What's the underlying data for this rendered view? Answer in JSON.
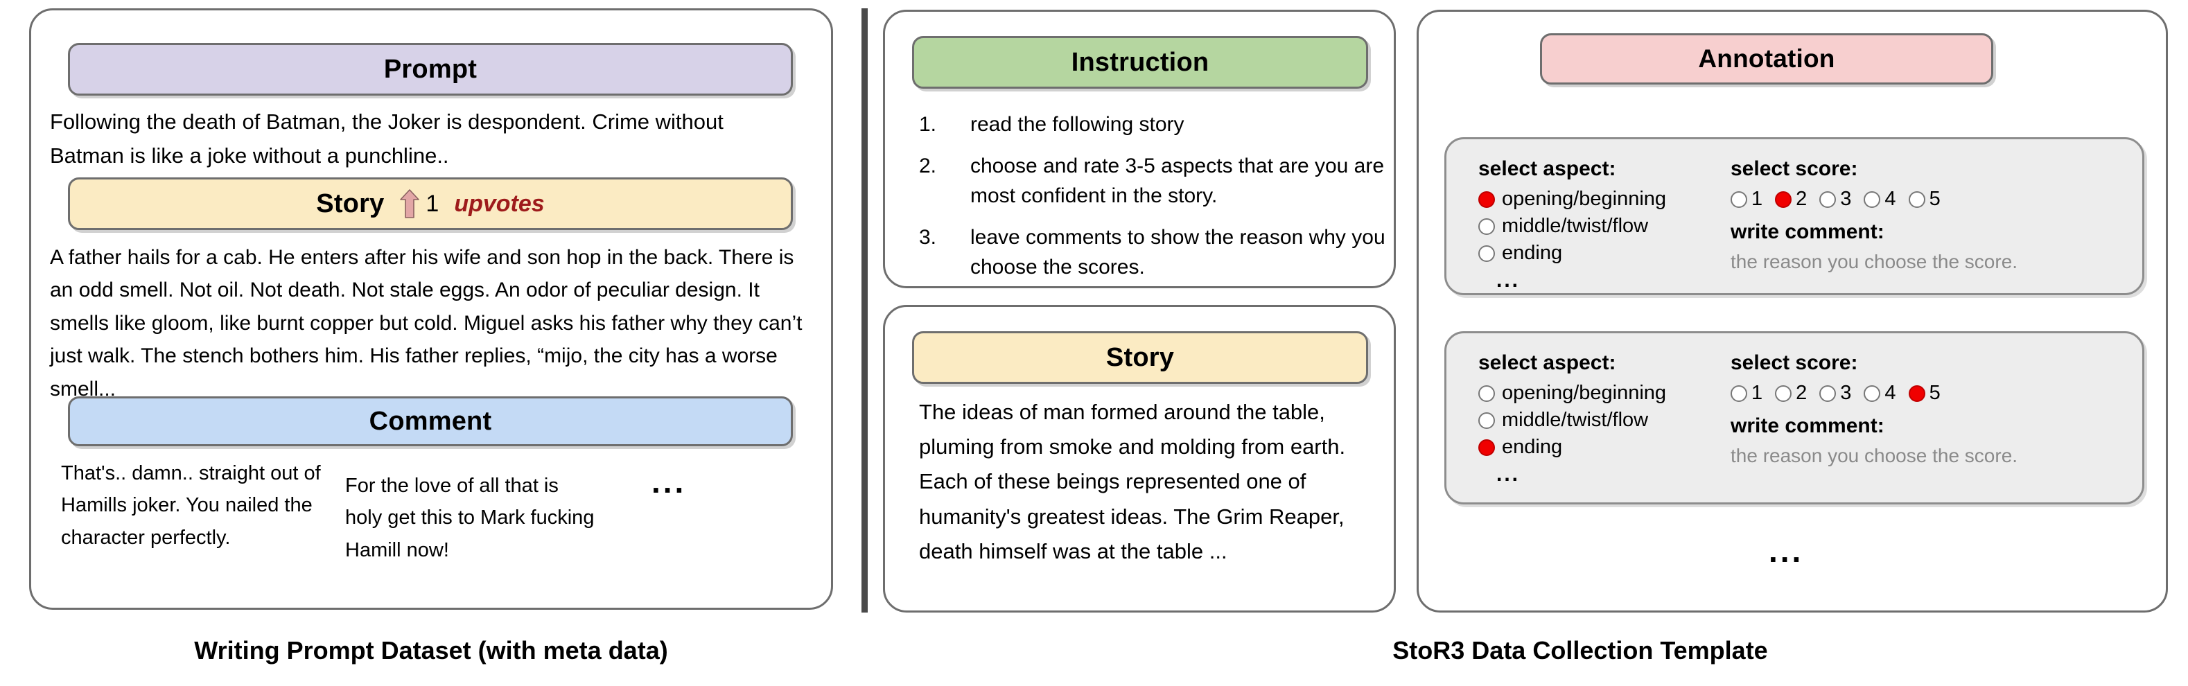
{
  "left_section": {
    "caption": "Writing Prompt Dataset (with meta data)",
    "prompt": {
      "header": "Prompt",
      "text": "Following the death of Batman, the Joker is despondent. Crime without Batman is like a joke without a punchline.."
    },
    "story": {
      "header": "Story",
      "upvote_icon": "up-arrow-icon",
      "upvote_count": "1",
      "upvote_label": "upvotes",
      "text": "A father hails for a cab. He enters after his wife and son hop in the back. There is an odd smell. Not oil. Not death. Not stale eggs. An odor of peculiar design. It smells like gloom, like burnt copper but cold. Miguel asks his father why they can’t just walk. The stench bothers him. His father replies, “mijo, the city has a worse smell..."
    },
    "comment": {
      "header": "Comment",
      "items": [
        "That's.. damn.. straight out of Hamills joker. You nailed the character perfectly.",
        "For the love of all that is holy get this to Mark fucking Hamill now!"
      ],
      "more_indicator": "..."
    }
  },
  "right_section": {
    "caption": "StoR3 Data Collection Template",
    "instruction": {
      "header": "Instruction",
      "steps": [
        {
          "number": "1.",
          "text": "read the following story"
        },
        {
          "number": "2.",
          "text": "choose and rate 3-5 aspects that are you are most confident in the story."
        },
        {
          "number": "3.",
          "text": "leave comments to show the reason why you choose the scores."
        }
      ]
    },
    "story": {
      "header": "Story",
      "text": "The ideas of man formed around the table, pluming from smoke and molding from earth. Each of these beings represented one of humanity's greatest ideas. The Grim Reaper, death himself was at the table ..."
    },
    "annotation": {
      "header": "Annotation",
      "aspect_label": "select aspect:",
      "score_label": "select score:",
      "comment_label": "write comment:",
      "comment_placeholder": "the reason you choose the score.",
      "aspect_more": "...",
      "score_options": [
        "1",
        "2",
        "3",
        "4",
        "5"
      ],
      "aspect_options": [
        "opening/beginning",
        "middle/twist/flow",
        "ending"
      ],
      "cards": [
        {
          "selected_aspect": "opening/beginning",
          "selected_score": "2"
        },
        {
          "selected_aspect": "ending",
          "selected_score": "5"
        }
      ],
      "more_indicator": "..."
    }
  },
  "colors": {
    "prompt_header": "#D7D2E8",
    "story_header": "#FBEBC3",
    "comment_header": "#C4DAF5",
    "instruction_header": "#B5D6A0",
    "annotation_header": "#F7CFCF",
    "selected_radio": "#F00000",
    "upvote_text": "#9E1B1B",
    "upvote_arrow": "#E0A0A0",
    "card_background": "#EDEDED",
    "divider": "#4A4A4A"
  }
}
